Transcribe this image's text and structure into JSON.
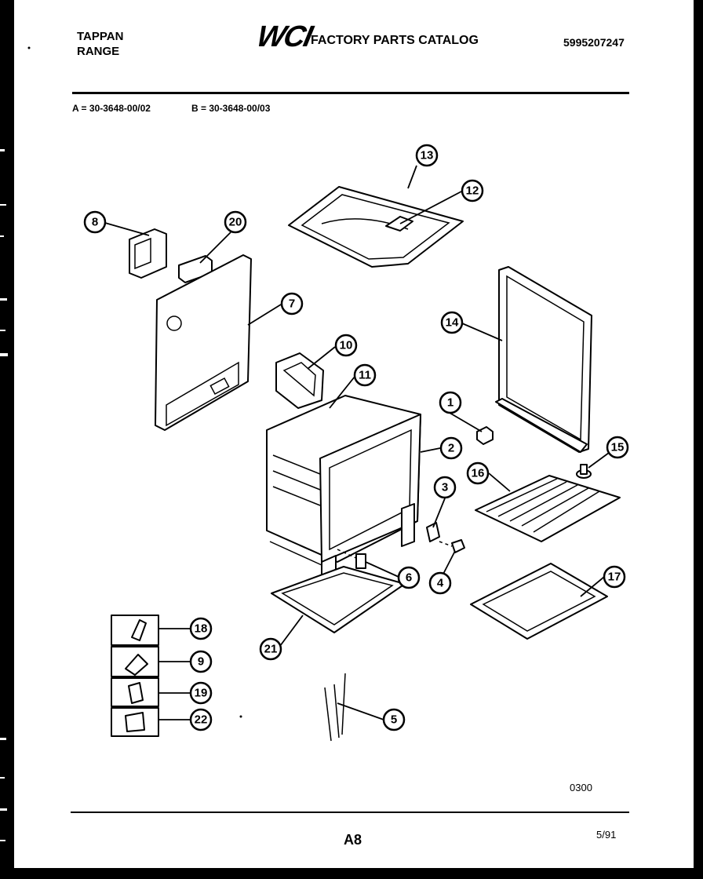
{
  "header": {
    "brand_line1": "TAPPAN",
    "brand_line2": "RANGE",
    "logo_text": "WCI",
    "catalog_title": "FACTORY PARTS CATALOG",
    "catalog_number": "5995207247"
  },
  "models": {
    "a": "A = 30-3648-00/02",
    "b": "B = 30-3648-00/03"
  },
  "callouts": [
    "1",
    "2",
    "3",
    "4",
    "5",
    "6",
    "7",
    "8",
    "9",
    "10",
    "11",
    "12",
    "13",
    "14",
    "15",
    "16",
    "17",
    "18",
    "19",
    "20",
    "21",
    "22"
  ],
  "footer": {
    "diagram_code": "0300",
    "page_number": "A8",
    "date": "5/91"
  },
  "colors": {
    "ink": "#000000",
    "paper": "#ffffff"
  }
}
